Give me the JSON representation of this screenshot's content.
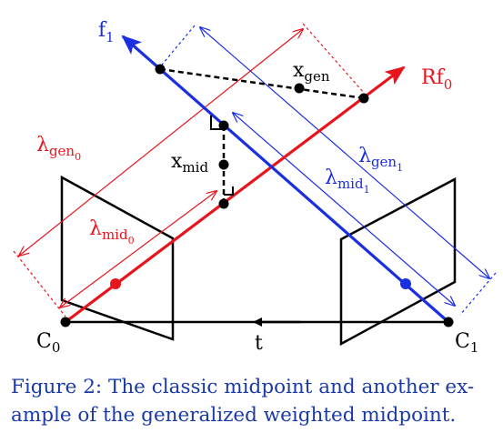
{
  "colors": {
    "red": "#e8141c",
    "blue": "#1a2fe0",
    "black": "#000000",
    "caption": "#1a3aa8"
  },
  "labels": {
    "f1": {
      "base": "f",
      "sub": "1"
    },
    "rf0": {
      "base": "Rf",
      "sub": "0"
    },
    "xgen": {
      "base": "x",
      "sub": "gen"
    },
    "xmid": {
      "base": "x",
      "sub": "mid"
    },
    "lambda_gen0": {
      "base": "λ",
      "sub": "gen",
      "subsub": "0"
    },
    "lambda_mid0": {
      "base": "λ",
      "sub": "mid",
      "subsub": "0"
    },
    "lambda_gen1": {
      "base": "λ",
      "sub": "gen",
      "subsub": "1"
    },
    "lambda_mid1": {
      "base": "λ",
      "sub": "mid",
      "subsub": "1"
    },
    "c0": {
      "base": "C",
      "sub": "0"
    },
    "c1": {
      "base": "C",
      "sub": "1"
    },
    "t": "t"
  },
  "caption": {
    "line1": "Figure 2: The classic midpoint and another ex-",
    "line2": "ample of the generalized weighted midpoint."
  }
}
